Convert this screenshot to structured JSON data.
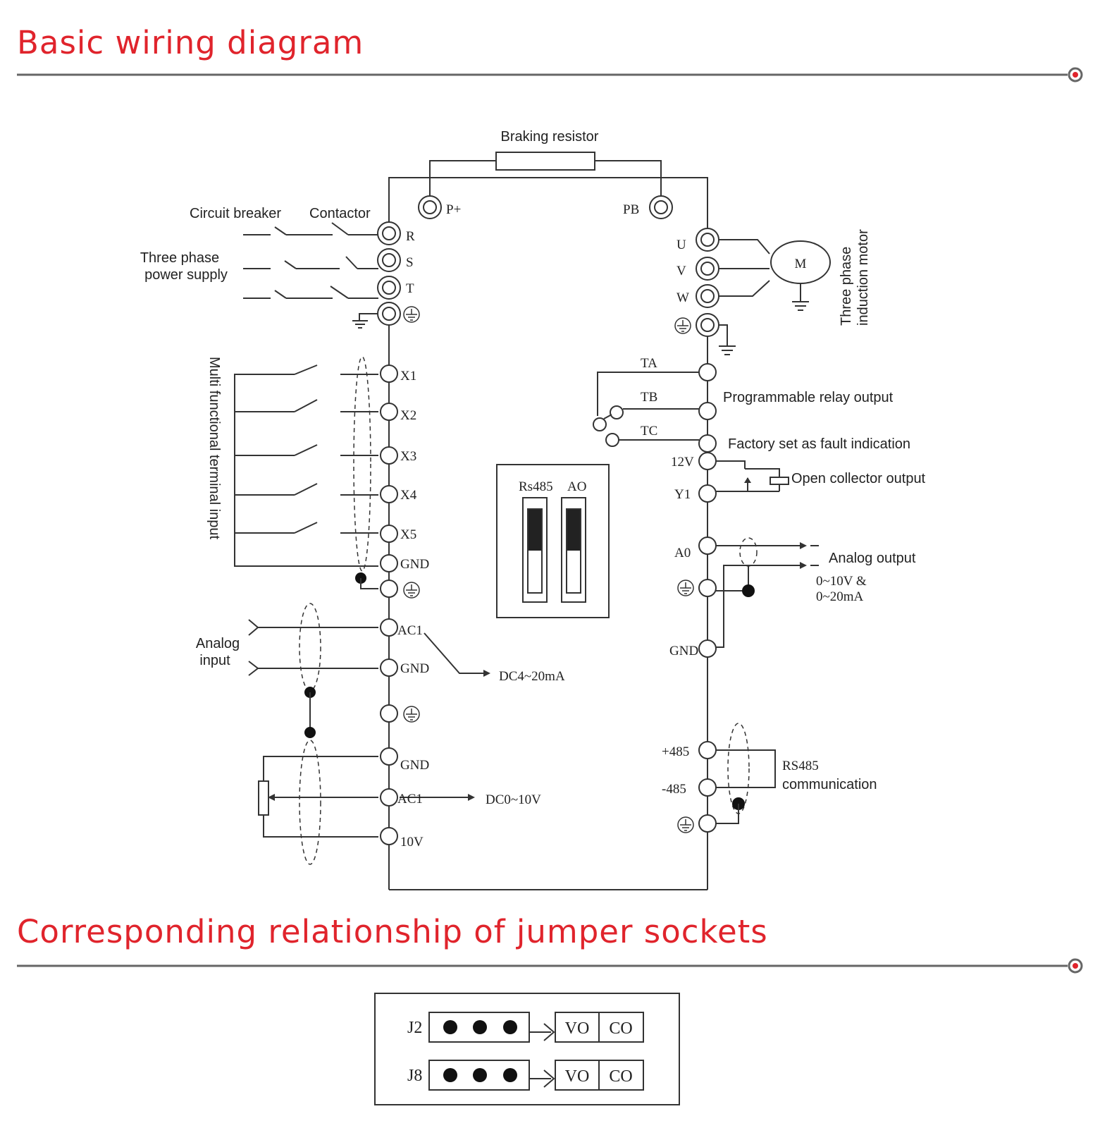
{
  "headings": {
    "wiring": "Basic wiring diagram",
    "jumper": "Corresponding relationship of jumper sockets"
  },
  "labels": {
    "braking_resistor": "Braking resistor",
    "circuit_breaker": "Circuit breaker",
    "contactor": "Contactor",
    "power_supply_1": "Three phase",
    "power_supply_2": "power supply",
    "motor_1": "Three phase",
    "motor_2": "induction motor",
    "motor_symbol": "M",
    "multi_input": "Multi functional terminal input",
    "analog_input_1": "Analog",
    "analog_input_2": "input",
    "relay_output": "Programmable relay output",
    "fault_indication": "Factory set as fault indication",
    "open_collector": "Open collector output",
    "analog_output": "Analog output",
    "analog_range_1": "0~10V &",
    "analog_range_2": "0~20mA",
    "rs485_1": "RS485",
    "rs485_2": "communication",
    "dc_current": "DC4~20mA",
    "dc_voltage": "DC0~10V",
    "dip_rs485": "Rs485",
    "dip_ao": "AO"
  },
  "terminals": {
    "p_plus": "P+",
    "pb": "PB",
    "r": "R",
    "s": "S",
    "t": "T",
    "u": "U",
    "v": "V",
    "w": "W",
    "x1": "X1",
    "x2": "X2",
    "x3": "X3",
    "x4": "X4",
    "x5": "X5",
    "gnd_in": "GND",
    "ac1_a": "AC1",
    "gnd_a": "GND",
    "gnd_b": "GND",
    "ac1_b": "AC1",
    "v10": "10V",
    "ta": "TA",
    "tb": "TB",
    "tc": "TC",
    "v12": "12V",
    "y1": "Y1",
    "ao": "A0",
    "gnd_out": "GND",
    "p485": "+485",
    "m485": "-485"
  },
  "jumpers": [
    {
      "name": "J2",
      "opt1": "VO",
      "opt2": "CO"
    },
    {
      "name": "J8",
      "opt1": "VO",
      "opt2": "CO"
    }
  ],
  "colors": {
    "heading": "#e0242c",
    "line": "#333333",
    "marker": "#e0242c"
  }
}
